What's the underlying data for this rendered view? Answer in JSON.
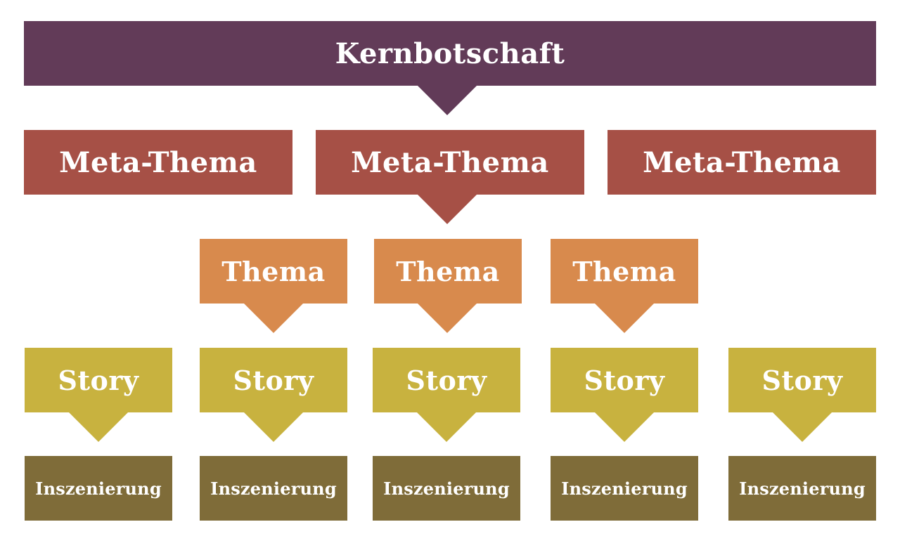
{
  "diagram": {
    "core": {
      "label": "Kernbotschaft"
    },
    "meta_themes": [
      {
        "label": "Meta-Thema"
      },
      {
        "label": "Meta-Thema"
      },
      {
        "label": "Meta-Thema"
      }
    ],
    "themes": [
      {
        "label": "Thema"
      },
      {
        "label": "Thema"
      },
      {
        "label": "Thema"
      }
    ],
    "stories": [
      {
        "label": "Story"
      },
      {
        "label": "Story"
      },
      {
        "label": "Story"
      },
      {
        "label": "Story"
      },
      {
        "label": "Story"
      }
    ],
    "stagings": [
      {
        "label": "Inszenierung"
      },
      {
        "label": "Inszenierung"
      },
      {
        "label": "Inszenierung"
      },
      {
        "label": "Inszenierung"
      },
      {
        "label": "Inszenierung"
      }
    ]
  },
  "colors": {
    "core": "#623b58",
    "meta": "#a65046",
    "thema": "#d88a4d",
    "story": "#c8b23f",
    "inszenierung": "#7f6c39"
  }
}
